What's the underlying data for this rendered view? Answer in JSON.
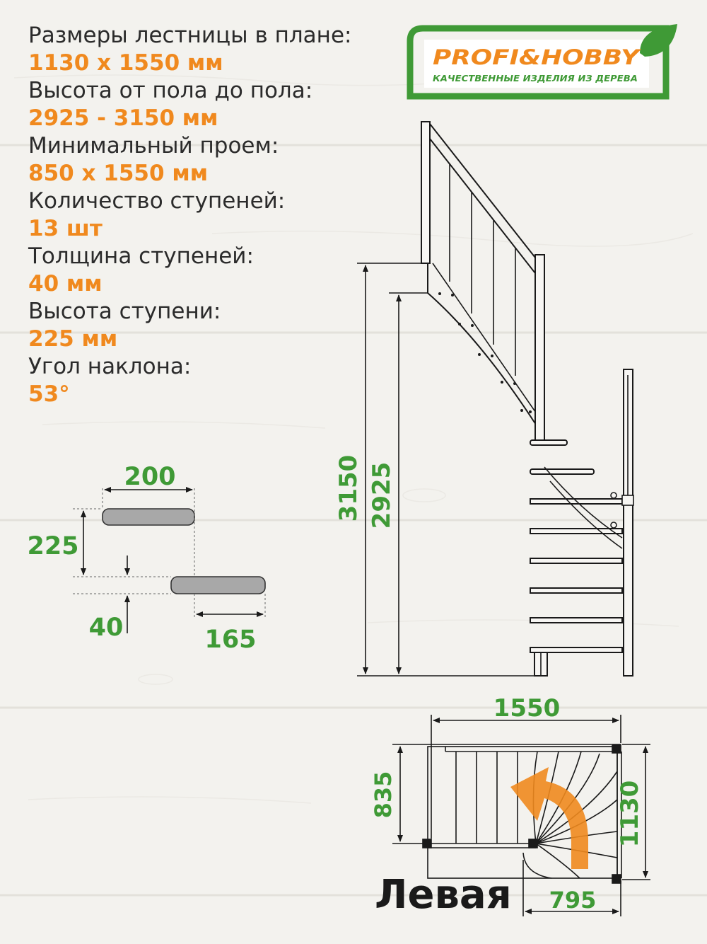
{
  "brand": {
    "name": "PROFI&HOBBY",
    "tagline": "КАЧЕСТВЕННЫЕ ИЗДЕЛИЯ ИЗ ДЕРЕВА",
    "color": "#3f9a36"
  },
  "specs": [
    {
      "label": "Размеры лестницы в плане:",
      "value": "1130 х 1550 мм"
    },
    {
      "label": "Высота от пола до пола:",
      "value": "2925 - 3150 мм"
    },
    {
      "label": "Минимальный проем:",
      "value": "850 х 1550 мм"
    },
    {
      "label": "Количество ступеней:",
      "value": "13 шт"
    },
    {
      "label": "Толщина ступеней:",
      "value": "40 мм"
    },
    {
      "label": "Высота ступени:",
      "value": "225 мм"
    },
    {
      "label": "Угол наклона:",
      "value": "53°"
    }
  ],
  "step_detail": {
    "width": "200",
    "height": "225",
    "thickness": "40",
    "overlap": "165"
  },
  "side_view": {
    "height_max": "3150",
    "height_min": "2925"
  },
  "plan_view": {
    "length": "1550",
    "depth": "1130",
    "flight_width": "835",
    "winder_width": "795"
  },
  "orientation_label": "Левая",
  "colors": {
    "accent_orange": "#f0891e",
    "dimension_green": "#3f9a36",
    "text_dark": "#2b2b2b"
  }
}
